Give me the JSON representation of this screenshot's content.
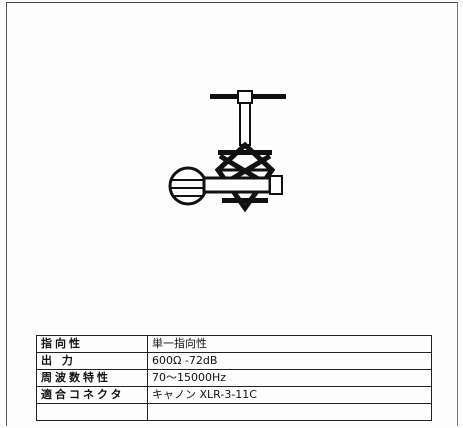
{
  "specs": {
    "rows": [
      {
        "label": "指向性",
        "value": "単一指向性"
      },
      {
        "label": "出 力",
        "value": "600Ω -72dB"
      },
      {
        "label": "周波数特性",
        "value": "70～15000Hz"
      },
      {
        "label": "適合コネクタ",
        "value": "キャノン XLR-3-11C"
      },
      {
        "label": "",
        "value": ""
      }
    ]
  }
}
